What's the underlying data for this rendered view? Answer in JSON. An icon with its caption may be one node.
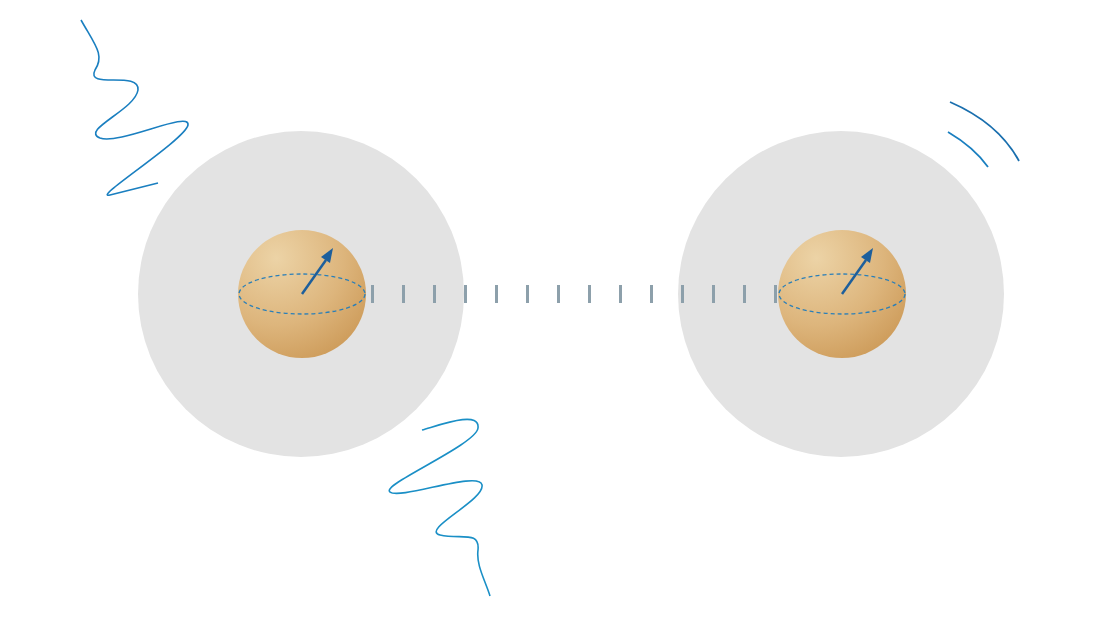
{
  "diagram": {
    "nodes": [
      {
        "text": [],
        "shape": "circle"
      },
      {
        "text": [],
        "shape": "circle",
        "in": 0
      },
      {
        "text": [],
        "shape": "circle"
      },
      {
        "text": [],
        "shape": "circle",
        "in": 2
      }
    ],
    "edges": [
      {
        "from": 1,
        "to": 3,
        "arrow": "none",
        "style": "dashed"
      }
    ]
  }
}
